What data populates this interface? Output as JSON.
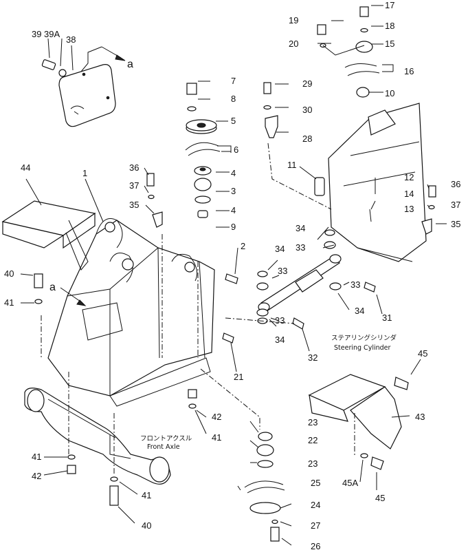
{
  "callouts": [
    {
      "id": "17",
      "label": "17"
    },
    {
      "id": "18",
      "label": "18"
    },
    {
      "id": "19",
      "label": "19"
    },
    {
      "id": "20",
      "label": "20"
    },
    {
      "id": "15",
      "label": "15"
    },
    {
      "id": "16",
      "label": "16"
    },
    {
      "id": "10",
      "label": "10"
    },
    {
      "id": "39",
      "label": "39"
    },
    {
      "id": "39A",
      "label": "39A"
    },
    {
      "id": "38",
      "label": "38"
    },
    {
      "id": "7",
      "label": "7"
    },
    {
      "id": "8",
      "label": "8"
    },
    {
      "id": "29",
      "label": "29"
    },
    {
      "id": "30",
      "label": "30"
    },
    {
      "id": "5",
      "label": "5"
    },
    {
      "id": "6",
      "label": "6"
    },
    {
      "id": "28",
      "label": "28"
    },
    {
      "id": "44",
      "label": "44"
    },
    {
      "id": "1",
      "label": "1"
    },
    {
      "id": "36a",
      "label": "36"
    },
    {
      "id": "37a",
      "label": "37"
    },
    {
      "id": "4a",
      "label": "4"
    },
    {
      "id": "3",
      "label": "3"
    },
    {
      "id": "4b",
      "label": "4"
    },
    {
      "id": "35a",
      "label": "35"
    },
    {
      "id": "9",
      "label": "9"
    },
    {
      "id": "11",
      "label": "11"
    },
    {
      "id": "12",
      "label": "12"
    },
    {
      "id": "14",
      "label": "14"
    },
    {
      "id": "13",
      "label": "13"
    },
    {
      "id": "36b",
      "label": "36"
    },
    {
      "id": "37b",
      "label": "37"
    },
    {
      "id": "35b",
      "label": "35"
    },
    {
      "id": "2",
      "label": "2"
    },
    {
      "id": "34a",
      "label": "34"
    },
    {
      "id": "33a",
      "label": "33"
    },
    {
      "id": "34b",
      "label": "34"
    },
    {
      "id": "33b",
      "label": "33"
    },
    {
      "id": "40a",
      "label": "40"
    },
    {
      "id": "41a",
      "label": "41"
    },
    {
      "id": "33c",
      "label": "33"
    },
    {
      "id": "34c",
      "label": "34"
    },
    {
      "id": "33d",
      "label": "33"
    },
    {
      "id": "34d",
      "label": "34"
    },
    {
      "id": "31",
      "label": "31"
    },
    {
      "id": "32",
      "label": "32"
    },
    {
      "id": "21",
      "label": "21"
    },
    {
      "id": "45a",
      "label": "45"
    },
    {
      "id": "42a",
      "label": "42"
    },
    {
      "id": "41b",
      "label": "41"
    },
    {
      "id": "43",
      "label": "43"
    },
    {
      "id": "23a",
      "label": "23"
    },
    {
      "id": "22",
      "label": "22"
    },
    {
      "id": "23b",
      "label": "23"
    },
    {
      "id": "41c",
      "label": "41"
    },
    {
      "id": "42b",
      "label": "42"
    },
    {
      "id": "25",
      "label": "25"
    },
    {
      "id": "45A",
      "label": "45A"
    },
    {
      "id": "45b",
      "label": "45"
    },
    {
      "id": "41d",
      "label": "41"
    },
    {
      "id": "24",
      "label": "24"
    },
    {
      "id": "27",
      "label": "27"
    },
    {
      "id": "40b",
      "label": "40"
    },
    {
      "id": "26",
      "label": "26"
    }
  ],
  "view_labels": {
    "a_top": "a",
    "a_left": "a"
  },
  "captions": {
    "steering_jp": "ステアリングシリンダ",
    "steering_en": "Steering Cylinder",
    "front_axle_jp": "フロントアクスル",
    "front_axle_en": "Front Axle"
  }
}
